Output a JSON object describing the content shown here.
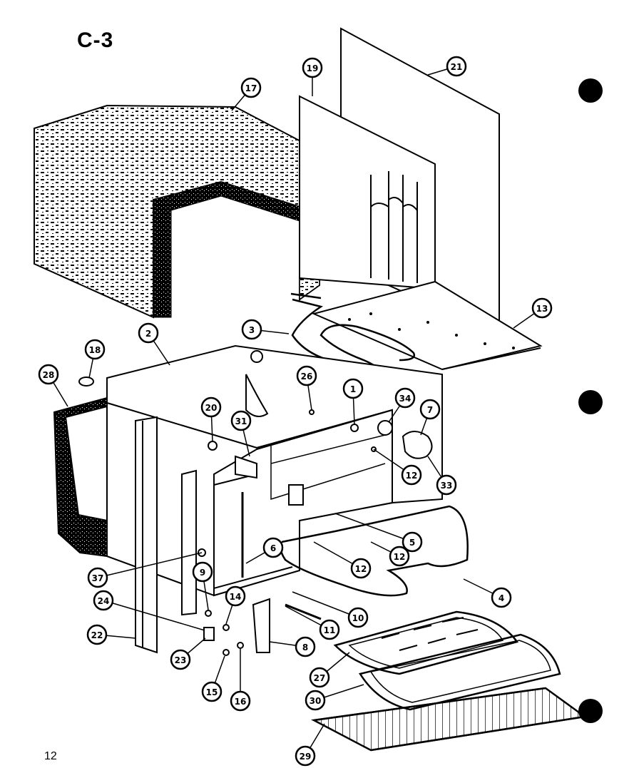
{
  "diagram": {
    "title": "C-3",
    "page_number": "12",
    "parts": [
      {
        "id": "part-17",
        "callout": "17"
      },
      {
        "id": "part-19",
        "callout": "19"
      },
      {
        "id": "part-21",
        "callout": "21"
      },
      {
        "id": "part-13",
        "callout": "13"
      },
      {
        "id": "part-3",
        "callout": "3"
      },
      {
        "id": "part-2",
        "callout": "2"
      },
      {
        "id": "part-18",
        "callout": "18"
      },
      {
        "id": "part-28",
        "callout": "28"
      },
      {
        "id": "part-26",
        "callout": "26"
      },
      {
        "id": "part-1",
        "callout": "1"
      },
      {
        "id": "part-34",
        "callout": "34"
      },
      {
        "id": "part-7",
        "callout": "7"
      },
      {
        "id": "part-20",
        "callout": "20"
      },
      {
        "id": "part-31",
        "callout": "31"
      },
      {
        "id": "part-12a",
        "callout": "12"
      },
      {
        "id": "part-33",
        "callout": "33"
      },
      {
        "id": "part-5",
        "callout": "5"
      },
      {
        "id": "part-6",
        "callout": "6"
      },
      {
        "id": "part-12b",
        "callout": "12"
      },
      {
        "id": "part-12c",
        "callout": "12"
      },
      {
        "id": "part-37",
        "callout": "37"
      },
      {
        "id": "part-9",
        "callout": "9"
      },
      {
        "id": "part-4",
        "callout": "4"
      },
      {
        "id": "part-24",
        "callout": "24"
      },
      {
        "id": "part-14",
        "callout": "14"
      },
      {
        "id": "part-10",
        "callout": "10"
      },
      {
        "id": "part-11",
        "callout": "11"
      },
      {
        "id": "part-22",
        "callout": "22"
      },
      {
        "id": "part-8",
        "callout": "8"
      },
      {
        "id": "part-23",
        "callout": "23"
      },
      {
        "id": "part-27",
        "callout": "27"
      },
      {
        "id": "part-15",
        "callout": "15"
      },
      {
        "id": "part-16",
        "callout": "16"
      },
      {
        "id": "part-30",
        "callout": "30"
      },
      {
        "id": "part-29",
        "callout": "29"
      }
    ]
  }
}
